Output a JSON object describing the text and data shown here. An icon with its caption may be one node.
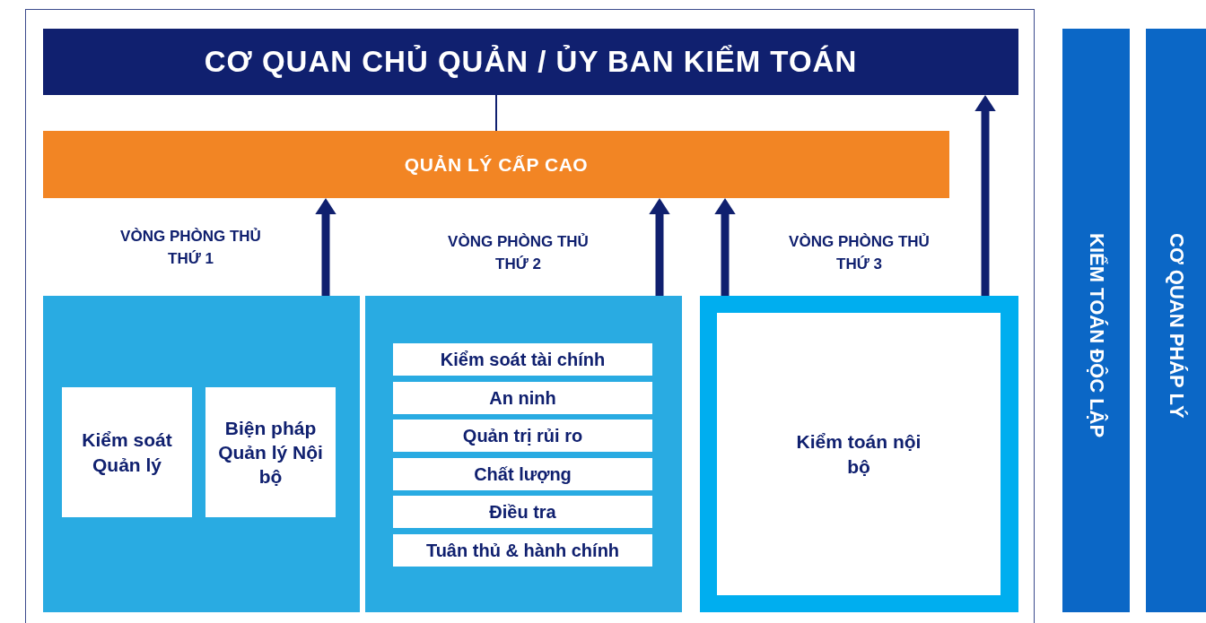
{
  "diagram": {
    "nodes": [
      {
        "text": [
          "CƠ QUAN CHỦ QUẢN / ỦY BAN KIỂM TOÁN"
        ]
      },
      {
        "text": [
          "QUẢN LÝ CẤP CAO"
        ]
      },
      {
        "text": [],
        "shape": "box"
      },
      {
        "text": [
          "Kiểm soát Quản lý"
        ],
        "in": 2
      },
      {
        "text": [
          "Biện pháp Quản lý Nội bộ"
        ],
        "in": 2
      },
      {
        "text": [],
        "shape": "box"
      },
      {
        "text": [
          "Kiểm soát tài chính"
        ],
        "in": 5
      },
      {
        "text": [
          "An ninh"
        ],
        "in": 5
      },
      {
        "text": [
          "Quản trị rủi ro"
        ],
        "in": 5
      },
      {
        "text": [
          "Chất lượng"
        ],
        "in": 5
      },
      {
        "text": [
          "Điều tra"
        ],
        "in": 5
      },
      {
        "text": [
          "Tuân thủ & hành chính"
        ],
        "in": 5
      },
      {
        "text": [],
        "shape": "box"
      },
      {
        "text": [
          "Kiểm toán nội bộ"
        ],
        "in": 12
      },
      {
        "text": [
          "KIỂM TOÁN ĐỘC LẬP"
        ]
      },
      {
        "text": [
          "CƠ QUAN PHÁP LÝ"
        ]
      }
    ],
    "edges": [
      {
        "from": 0,
        "to": 1,
        "arrow": "none"
      },
      {
        "from": 2,
        "to": 1,
        "arrow": "to"
      },
      {
        "from": 5,
        "to": 1,
        "arrow": "to"
      },
      {
        "from": 12,
        "to": 1,
        "arrow": "to"
      },
      {
        "from": 12,
        "to": 0,
        "arrow": "to"
      }
    ],
    "labels": [
      "VÒNG PHÒNG THỦ THỨ 1",
      "VÒNG PHÒNG THỦ THỨ 2",
      "VÒNG PHÒNG THỦ THỨ 3"
    ]
  }
}
